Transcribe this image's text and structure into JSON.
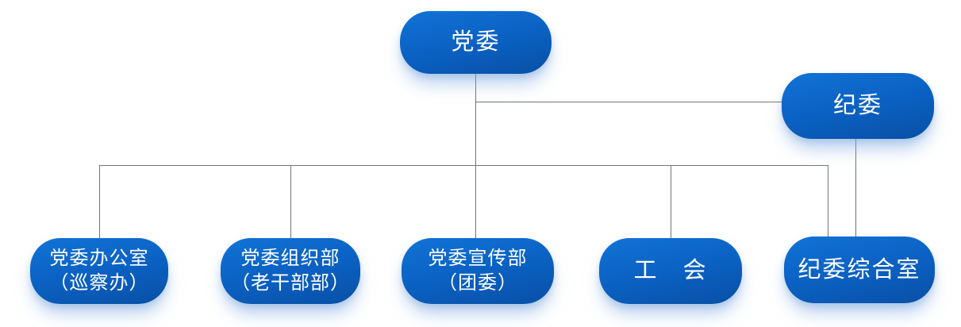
{
  "diagram": {
    "type": "org-chart",
    "colors": {
      "node_fill_top": "#1173d6",
      "node_fill_mid": "#0b62c4",
      "node_fill_bottom": "#0850a6",
      "node_text": "#ffffff",
      "connector": "#757575",
      "background": "#ffffff",
      "node_glow_shadow": "#7daae1"
    },
    "nodes": {
      "party_committee": {
        "label": "党委"
      },
      "discipline_committee": {
        "label": "纪委"
      },
      "party_office": {
        "line1": "党委办公室",
        "line2": "（巡察办）"
      },
      "organization_dept": {
        "line1": "党委组织部",
        "line2": "（老干部部）"
      },
      "publicity_dept": {
        "line1": "党委宣传部",
        "line2": "（团委）"
      },
      "labor_union": {
        "label": "工　会"
      },
      "discipline_office": {
        "label": "纪委综合室"
      }
    },
    "edges": [
      {
        "from": "party_committee",
        "to": "discipline_committee"
      },
      {
        "from": "party_committee",
        "to": "party_office"
      },
      {
        "from": "party_committee",
        "to": "organization_dept"
      },
      {
        "from": "party_committee",
        "to": "publicity_dept"
      },
      {
        "from": "party_committee",
        "to": "labor_union"
      },
      {
        "from": "party_committee",
        "to": "discipline_office"
      },
      {
        "from": "discipline_committee",
        "to": "discipline_office"
      }
    ]
  }
}
